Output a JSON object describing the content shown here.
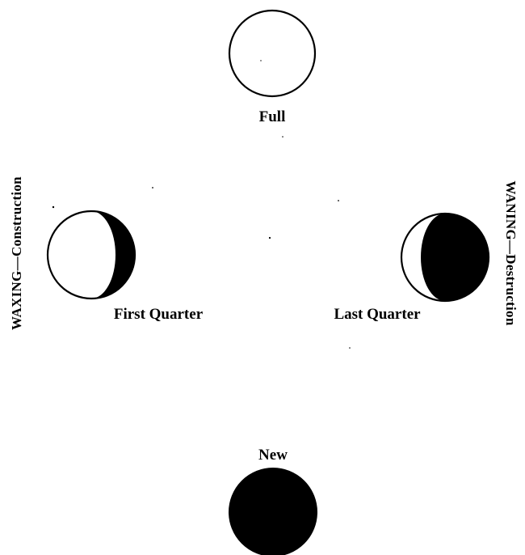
{
  "phases": {
    "full": {
      "label": "Full"
    },
    "first_quarter": {
      "label": "First Quarter"
    },
    "last_quarter": {
      "label": "Last Quarter"
    },
    "new": {
      "label": "New"
    }
  },
  "sides": {
    "waxing": "WAXING—Construction",
    "waning": "WANING—Destruction"
  },
  "colors": {
    "ink": "#000000",
    "paper": "#ffffff"
  }
}
